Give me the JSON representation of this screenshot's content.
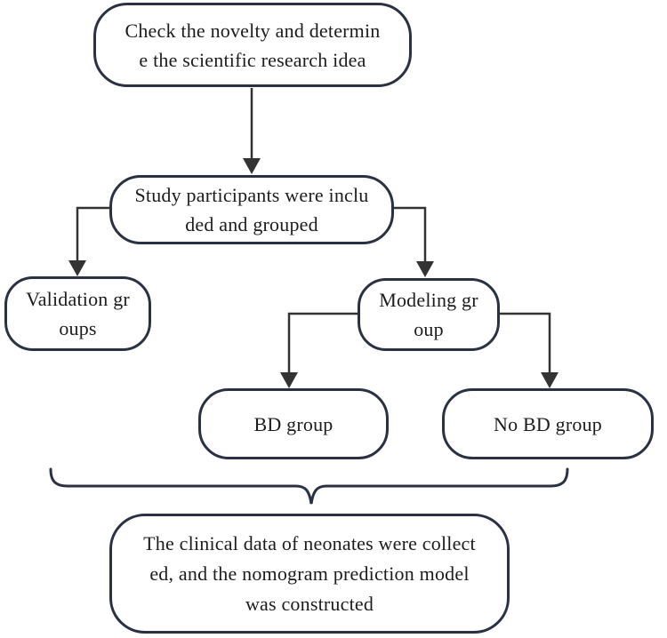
{
  "nodes": {
    "check_novelty": {
      "line1": "Check the novelty and determin",
      "line2": "e the scientific research idea"
    },
    "participants": {
      "line1": "Study participants were inclu",
      "line2": "ded and grouped"
    },
    "validation": {
      "line1": "Validation gr",
      "line2": "oups"
    },
    "modeling": {
      "line1": "Modeling gr",
      "line2": "oup"
    },
    "bd_group": {
      "label": "BD group"
    },
    "no_bd_group": {
      "label": "No BD group"
    },
    "conclusion": {
      "line1": "The clinical data of neonates were collect",
      "line2": "ed, and the nomogram prediction model",
      "line3": "was constructed"
    }
  },
  "colors": {
    "box_border": "#2a3142",
    "connector": "#333333",
    "brace": "#2a3142",
    "text": "#1c1c1c",
    "background": "#ffffff"
  }
}
